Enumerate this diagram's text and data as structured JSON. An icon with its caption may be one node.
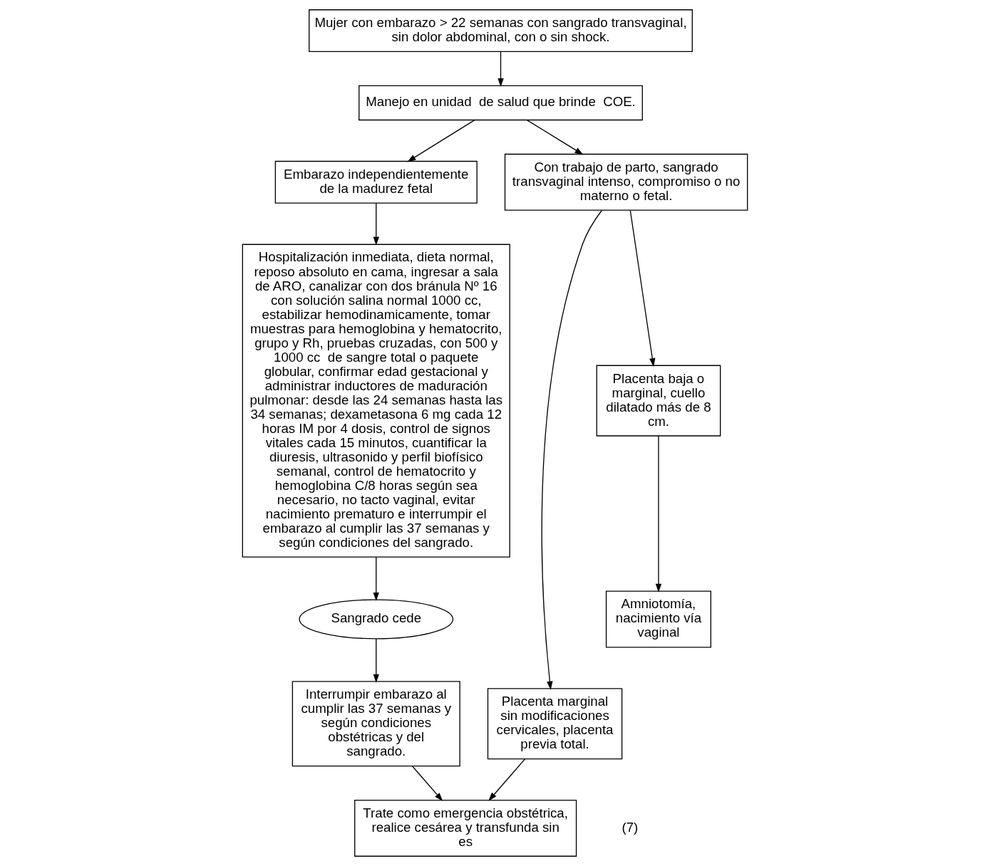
{
  "diagram": {
    "nodes": [
      {
        "text": [
          "Mujer con embarazo > 22 semanas con sangrado transvaginal, sin dolor abdominal, con o sin shock."
        ]
      },
      {
        "text": [
          "Manejo en unidad  de salud que brinde  COE."
        ]
      },
      {
        "text": [
          "Embarazo independientemente de la madurez fetal"
        ]
      },
      {
        "text": [
          "Con trabajo de parto, sangrado transvaginal intenso, compromiso o no materno o fetal."
        ]
      },
      {
        "text": [
          "Hospitalización inmediata, dieta normal, reposo absoluto en cama, ingresar a sala de ARO, canalizar con dos bránula Nº 16 con solución salina normal 1000 cc, estabilizar hemodinamicamente, tomar muestras para hemoglobina y hematocrito, grupo y Rh, pruebas cruzadas, con 500 y 1000 cc  de sangre total o paquete globular, confirmar edad gestacional y administrar inductores de maduración pulmonar: desde las 24 semanas hasta las 34 semanas; dexametasona 6 mg cada 12 horas IM por 4 dosis, control de signos vitales cada 15 minutos, cuantificar la diuresis, ultrasonido y perfil biofísico semanal, control de hematocrito y hemoglobina C/8 horas según sea necesario, no tacto vaginal, evitar nacimiento prematuro e interrumpir el embarazo al cumplir las 37 semanas y según condiciones del sangrado."
        ]
      },
      {
        "text": [
          "Placenta marginal sin modificaciones cervicales, placenta previa total."
        ]
      },
      {
        "text": [
          "Placenta baja o marginal, cuello dilatado más de 8 cm."
        ]
      },
      {
        "text": [
          "Sangrado cede"
        ]
      },
      {
        "text": [
          "Amniotomía, nacimiento vía vaginal"
        ]
      },
      {
        "text": [
          "Interrumpir embarazo al cumplir las 37 semanas y según condiciones obstétricas y del sangrado."
        ]
      },
      {
        "text": [
          "Trate como emergencia obstétrica, realice cesárea y transfunda sin es"
        ],
        "beside": [
          "(7)"
        ]
      }
    ],
    "edges": [
      {
        "from": 0,
        "to": 1,
        "arrow": "to"
      },
      {
        "from": 1,
        "to": 2,
        "arrow": "to"
      },
      {
        "from": 1,
        "to": 3,
        "arrow": "to"
      },
      {
        "from": 2,
        "to": 4,
        "arrow": "to"
      },
      {
        "from": 3,
        "to": 5,
        "arrow": "to"
      },
      {
        "from": 3,
        "to": 6,
        "arrow": "to"
      },
      {
        "from": 4,
        "to": 7,
        "arrow": "to"
      },
      {
        "from": 7,
        "to": 9,
        "arrow": "to"
      },
      {
        "from": 6,
        "to": 8,
        "arrow": "to"
      },
      {
        "from": 9,
        "to": 10,
        "arrow": "to"
      },
      {
        "from": 5,
        "to": 10,
        "arrow": "to"
      }
    ]
  }
}
